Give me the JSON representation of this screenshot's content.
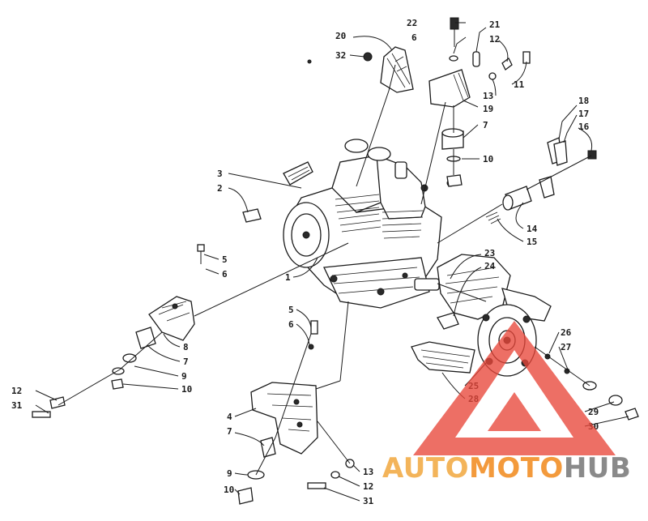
{
  "labels": {
    "l1": "1",
    "l2": "2",
    "l3": "3",
    "l4": "4",
    "l5a": "5",
    "l6a": "6",
    "l5b": "5",
    "l6b": "6",
    "l6c": "6",
    "l7a": "7",
    "l7b": "7",
    "l7c": "7",
    "l8": "8",
    "l9a": "9",
    "l9b": "9",
    "l10a": "10",
    "l10b": "10",
    "l10c": "10",
    "l11": "11",
    "l12a": "12",
    "l12b": "12",
    "l12c": "12",
    "l13a": "13",
    "l13b": "13",
    "l14": "14",
    "l15": "15",
    "l16": "16",
    "l17": "17",
    "l18": "18",
    "l19": "19",
    "l20": "20",
    "l21": "21",
    "l22": "22",
    "l23": "23",
    "l24": "24",
    "l25": "25",
    "l26": "26",
    "l27": "27",
    "l28": "28",
    "l29": "29",
    "l30": "30",
    "l31a": "31",
    "l31b": "31",
    "l32": "32"
  },
  "watermark": {
    "part1": "AUTO",
    "part2": "MOTO",
    "part3": "HUB",
    "colors": {
      "triangle": "#e8473a",
      "auto": "#f3b45a",
      "moto": "#f39a3c",
      "hub": "#8a8a8a"
    }
  }
}
